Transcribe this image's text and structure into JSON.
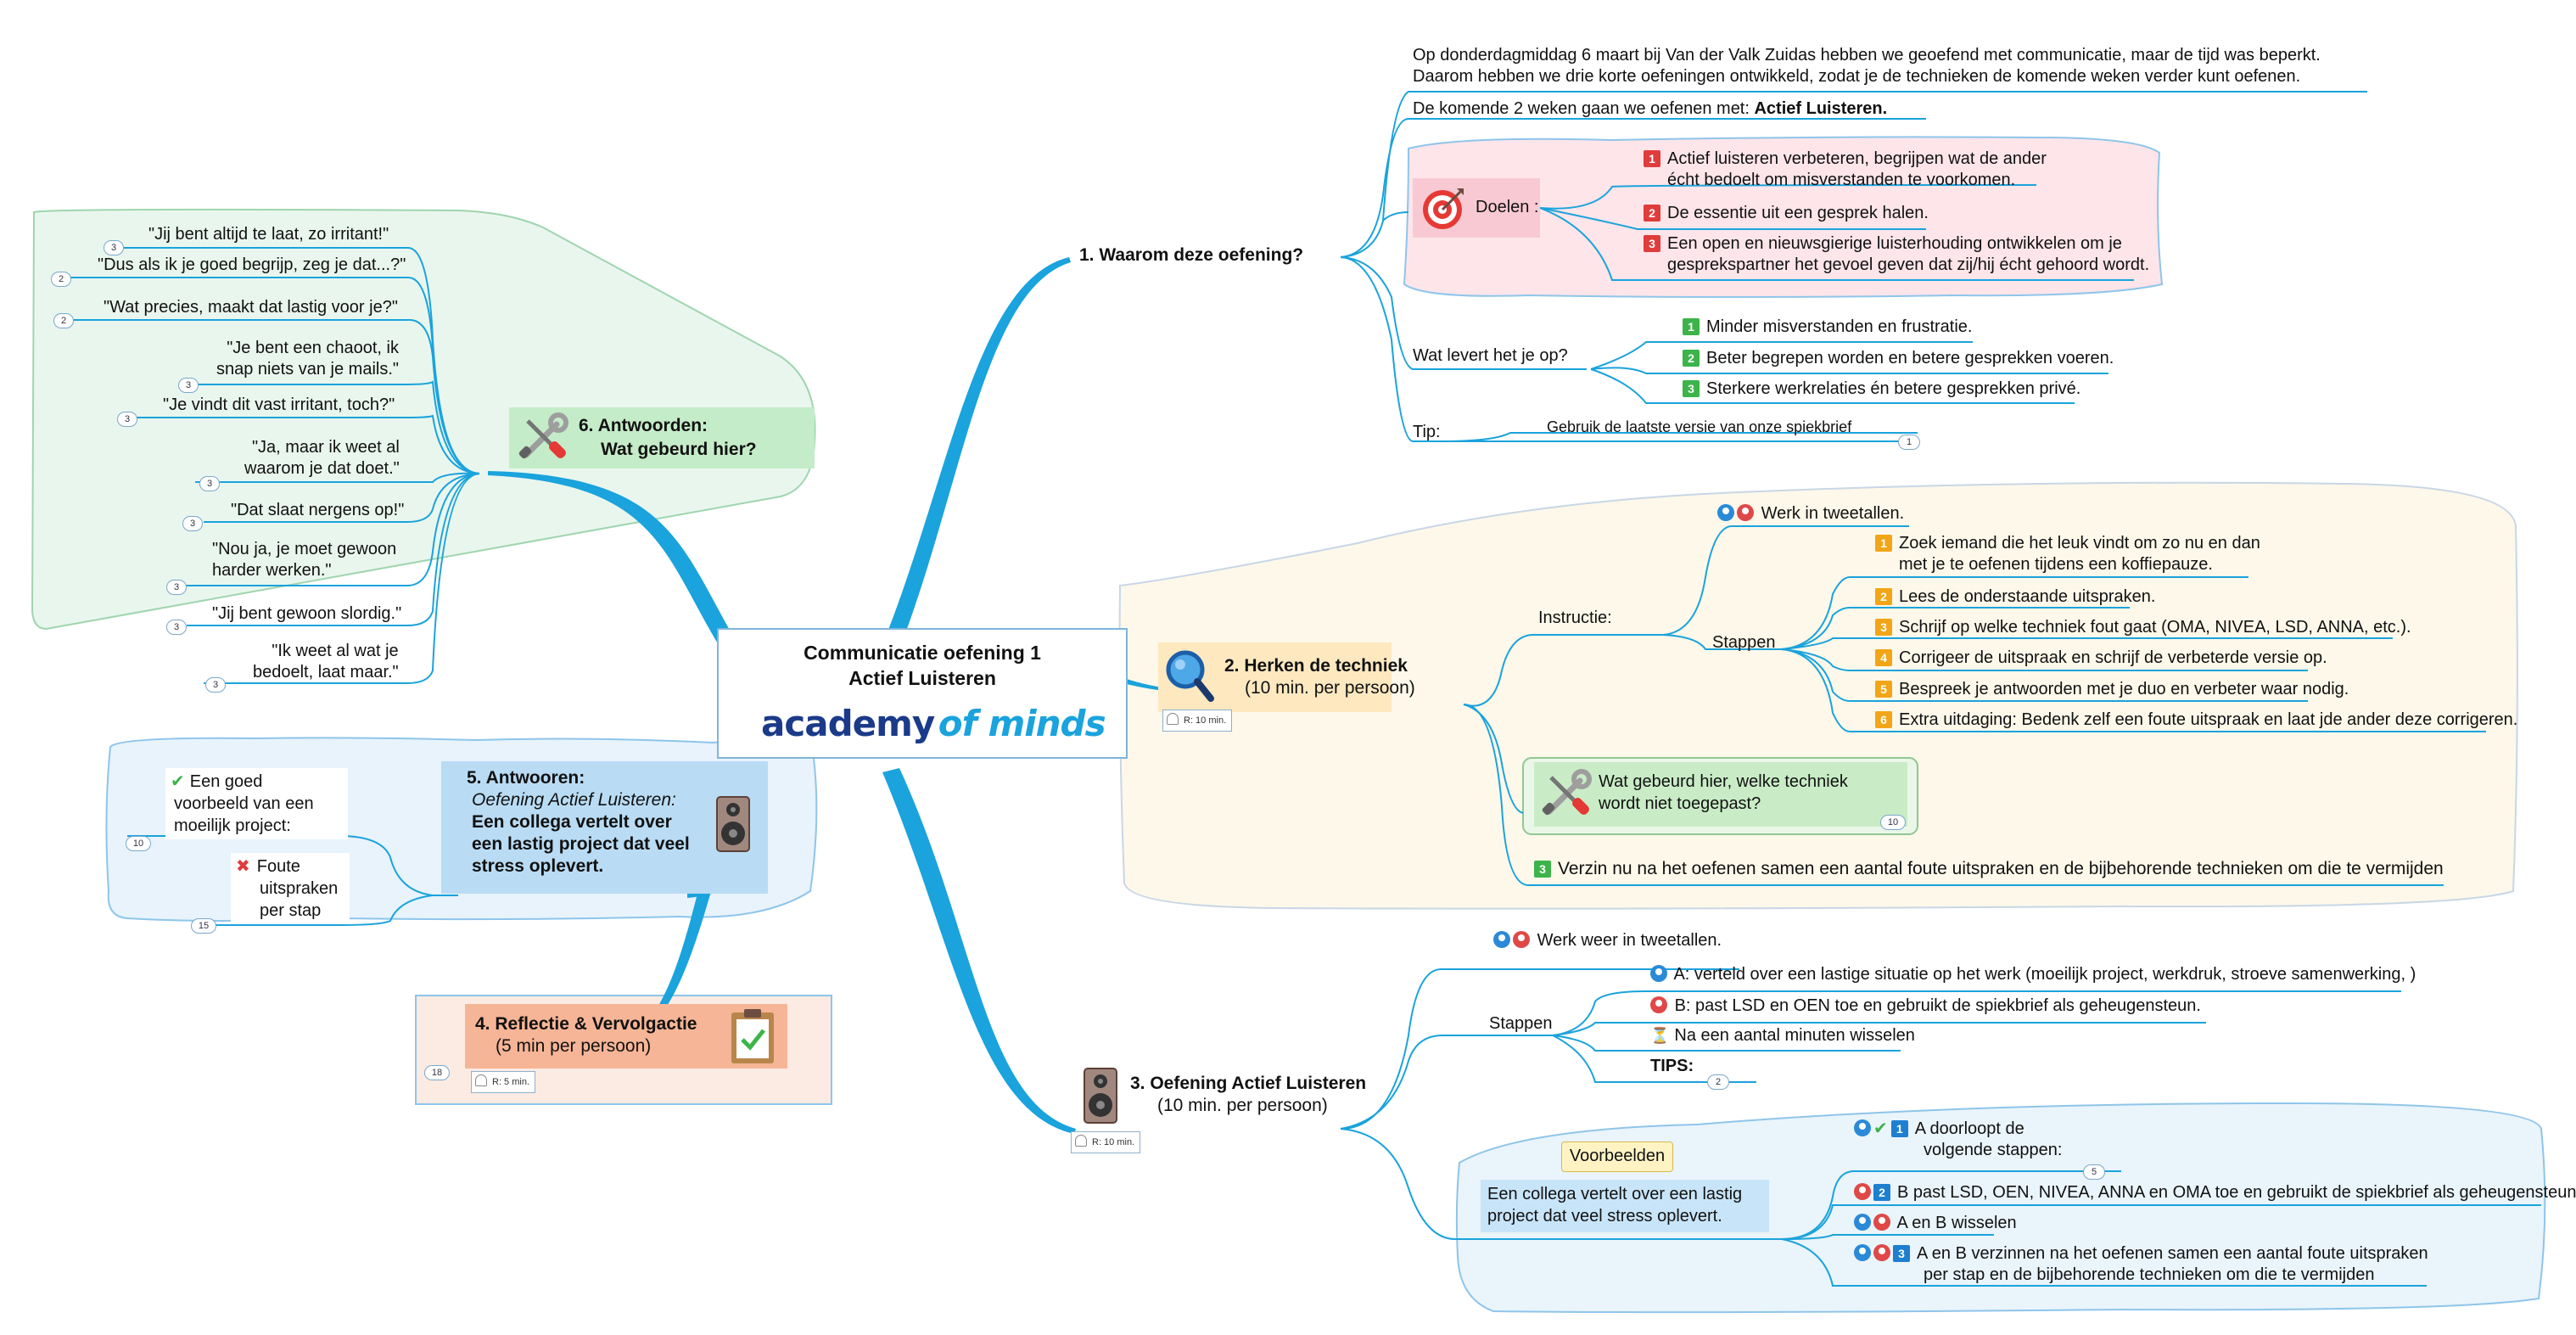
{
  "center": {
    "title_line1": "Communicatie oefening 1",
    "title_line2": "Actief Luisteren",
    "logo_part1": "academy",
    "logo_part2": "of minds"
  },
  "branch1": {
    "title": "1. Waarom deze oefening?",
    "intro_line1": "Op donderdagmiddag 6 maart bij Van der Valk Zuidas hebben we geoefend met communicatie, maar de tijd was beperkt.",
    "intro_line2": "Daarom hebben we drie korte oefeningen ontwikkeld, zodat je de technieken de komende weken verder kunt oefenen.",
    "weeks_text": "De komende 2 weken gaan we oefenen met: ",
    "weeks_bold": "Actief Luisteren.",
    "goals_label": "Doelen :",
    "goals": [
      {
        "num": "1",
        "line1": "Actief luisteren verbeteren, begrijpen wat de ander",
        "line2": "écht bedoelt om misverstanden te voorkomen."
      },
      {
        "num": "2",
        "line1": "De essentie uit een gesprek halen.",
        "line2": ""
      },
      {
        "num": "3",
        "line1": "Een open en nieuwsgierige luisterhouding ontwikkelen om je",
        "line2": "gesprekspartner het gevoel geven dat zij/hij écht gehoord wordt."
      }
    ],
    "benefits_label": "Wat levert het je op?",
    "benefits": [
      {
        "num": "1",
        "text": "Minder misverstanden en frustratie."
      },
      {
        "num": "2",
        "text": "Beter begrepen worden en betere gesprekken voeren."
      },
      {
        "num": "3",
        "text": "Sterkere werkrelaties én betere gesprekken privé."
      }
    ],
    "tip_label": "Tip:",
    "tip_text": "Gebruik de laatste versie van onze spiekbrief",
    "tip_count": "1"
  },
  "branch2": {
    "title_line1": "2.  Herken de techniek",
    "title_line2": "(10 min. per persoon)",
    "note": "R: 10 min.",
    "instructie_label": "Instructie:",
    "werk_text": "Werk in tweetallen.",
    "stappen_label": "Stappen",
    "steps": [
      {
        "num": "1",
        "line1": "Zoek iemand die het leuk vindt om zo nu en dan",
        "line2": "met je te oefenen tijdens een koffiepauze."
      },
      {
        "num": "2",
        "line1": "Lees de onderstaande uitspraken.",
        "line2": ""
      },
      {
        "num": "3",
        "line1": "Schrijf op welke techniek fout gaat (OMA, NIVEA, LSD, ANNA, etc.).",
        "line2": ""
      },
      {
        "num": "4",
        "line1": "Corrigeer de uitspraak en schrijf de verbeterde versie op.",
        "line2": ""
      },
      {
        "num": "5",
        "line1": "Bespreek je antwoorden met je duo en verbeter waar nodig.",
        "line2": ""
      },
      {
        "num": "6",
        "line1": "Extra uitdaging: Bedenk zelf een foute uitspraak en laat jde ander deze corrigeren.",
        "line2": ""
      }
    ],
    "question_line1": "Wat gebeurd hier, welke techniek",
    "question_line2": "wordt niet toegepast?",
    "question_count": "10",
    "final_num": "3",
    "final_text": "Verzin nu na het oefenen samen een aantal foute uitspraken en de bijbehorende technieken om die te vermijden"
  },
  "branch3": {
    "title_line1": "3.  Oefening Actief Luisteren",
    "title_line2": "(10 min. per persoon)",
    "note": "R: 10 min.",
    "werk_text": "Werk weer in tweetallen.",
    "stappen_label": "Stappen",
    "steps": [
      {
        "text": "A: verteld over een lastige situatie op het werk (moeilijk project, werkdruk, stroeve samenwerking, )"
      },
      {
        "text": "B: past LSD en OEN toe en gebruikt de spiekbrief als geheugensteun."
      },
      {
        "text": "Na een aantal minuten wisselen"
      }
    ],
    "tips_label": "TIPS:",
    "tips_count": "2",
    "voorbeelden_label": "Voorbeelden",
    "example_line1": "Een collega vertelt over een lastig",
    "example_line2": "project dat veel stress oplevert.",
    "example_steps": [
      {
        "num": "1",
        "line1": "A doorloopt de",
        "line2": "volgende stappen:",
        "count": "5"
      },
      {
        "num": "2",
        "line1": "B past LSD, OEN, NIVEA, ANNA en OMA toe en gebruikt de spiekbrief als geheugensteun.",
        "line2": "",
        "count": ""
      },
      {
        "num": "",
        "line1": "A en B wisselen",
        "line2": "",
        "count": ""
      },
      {
        "num": "3",
        "line1": "A en B verzinnen na het oefenen samen een aantal foute uitspraken",
        "line2": "per stap en de bijbehorende technieken om die te vermijden",
        "count": ""
      }
    ]
  },
  "branch4": {
    "title_line1": "4. Reflectie & Vervolgactie",
    "title_line2": "(5 min per persoon)",
    "note": "R: 5 min.",
    "count": "18"
  },
  "branch5": {
    "title": "5. Antwooren:",
    "subtitle_italic": "Oefening Actief Luisteren:",
    "bold_line1": "Een collega vertelt over",
    "bold_line2": "een lastig project dat veel",
    "bold_line3": "stress oplevert.",
    "good_line1": "Een goed",
    "good_line2": "voorbeeld van een",
    "good_line3": "moeilijk project:",
    "good_count": "10",
    "bad_line1": "Foute",
    "bad_line2": "uitspraken",
    "bad_line3": "per stap",
    "bad_count": "15"
  },
  "branch6": {
    "title_line1": "6.  Antwoorden:",
    "title_line2": "Wat gebeurd hier?",
    "quotes": [
      {
        "line1": "\"Jij bent altijd te laat, zo irritant!\"",
        "line2": "",
        "count": "3"
      },
      {
        "line1": "\"Dus als ik je goed begrijp, zeg je dat...?\"",
        "line2": "",
        "count": "2"
      },
      {
        "line1": "\"Wat precies, maakt dat lastig voor je?\"",
        "line2": "",
        "count": "2"
      },
      {
        "line1": "\"Je bent een chaoot, ik",
        "line2": "snap niets van je mails.\"",
        "count": "3"
      },
      {
        "line1": "\"Je vindt dit vast irritant, toch?\"",
        "line2": "",
        "count": "3"
      },
      {
        "line1": "\"Ja, maar ik weet al",
        "line2": "waarom je dat doet.\"",
        "count": "3"
      },
      {
        "line1": "\"Dat slaat nergens op!\"",
        "line2": "",
        "count": "3"
      },
      {
        "line1": "\"Nou ja, je moet gewoon",
        "line2": "harder werken.\"",
        "count": "3"
      },
      {
        "line1": "\"Jij bent gewoon slordig.\"",
        "line2": "",
        "count": "3"
      },
      {
        "line1": "\"Ik weet al wat je",
        "line2": "bedoelt, laat maar.\"",
        "count": "3"
      }
    ]
  },
  "colors": {
    "connector": "#1aa3dc",
    "goals_bg": "#fce4e8",
    "branch2_bg": "#fdf8ea",
    "branch3_bg": "#eaf4fb",
    "branch6_bg": "#e8f5ec",
    "branch5_bg": "#e6f2fb",
    "branch4_bg": "#fce9e1"
  }
}
